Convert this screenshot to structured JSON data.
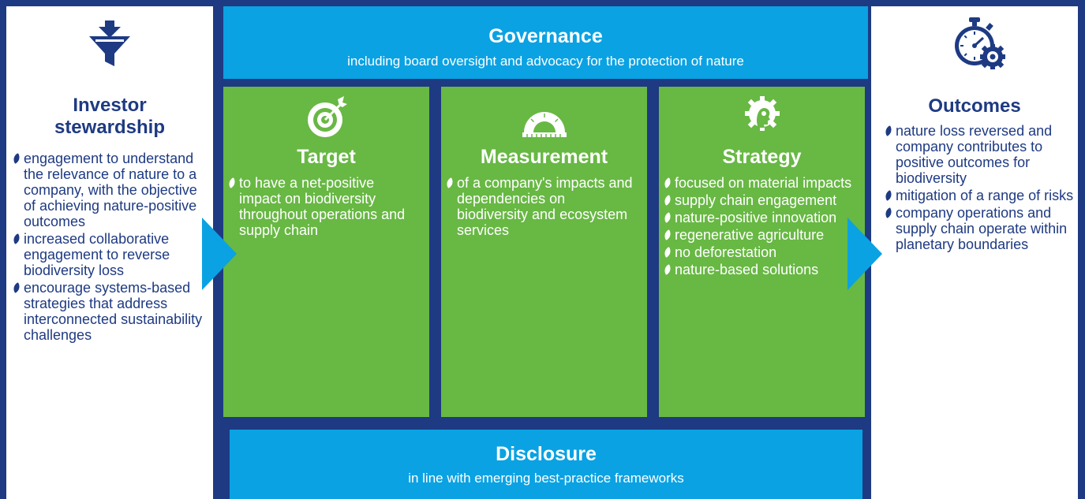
{
  "colors": {
    "navy": "#1e3a82",
    "blue": "#0aa2e3",
    "green": "#68b844",
    "white": "#ffffff"
  },
  "investor": {
    "icon": "funnel-icon",
    "title_line1": "Investor",
    "title_line2": "stewardship",
    "items": [
      "engagement to understand the relevance of nature to a company, with the objective of achieving nature-positive outcomes",
      "increased collaborative engagement to reverse biodiversity loss",
      "encourage systems-based strategies that address interconnected sustainability challenges"
    ]
  },
  "governance": {
    "title": "Governance",
    "subtitle": "including board oversight and advocacy for the protection of nature"
  },
  "target": {
    "icon": "target-icon",
    "title": "Target",
    "items": [
      "to have a net-positive impact on biodiversity throughout operations and supply chain"
    ]
  },
  "measurement": {
    "icon": "protractor-icon",
    "title": "Measurement",
    "items": [
      "of a company's impacts and dependencies on biodiversity and ecosystem services"
    ]
  },
  "strategy": {
    "icon": "gear-head-icon",
    "title": "Strategy",
    "items": [
      "focused on material impacts",
      "supply chain engagement",
      "nature-positive innovation",
      "regenerative agriculture",
      "no deforestation",
      "nature-based solutions"
    ]
  },
  "disclosure": {
    "title": "Disclosure",
    "subtitle": "in line with emerging best-practice frameworks"
  },
  "outcomes": {
    "icon": "stopwatch-gear-icon",
    "title": "Outcomes",
    "items": [
      "nature loss reversed and company contributes to positive outcomes for biodiversity",
      "mitigation of a range of risks",
      "company operations and supply chain operate within planetary boundaries"
    ]
  }
}
